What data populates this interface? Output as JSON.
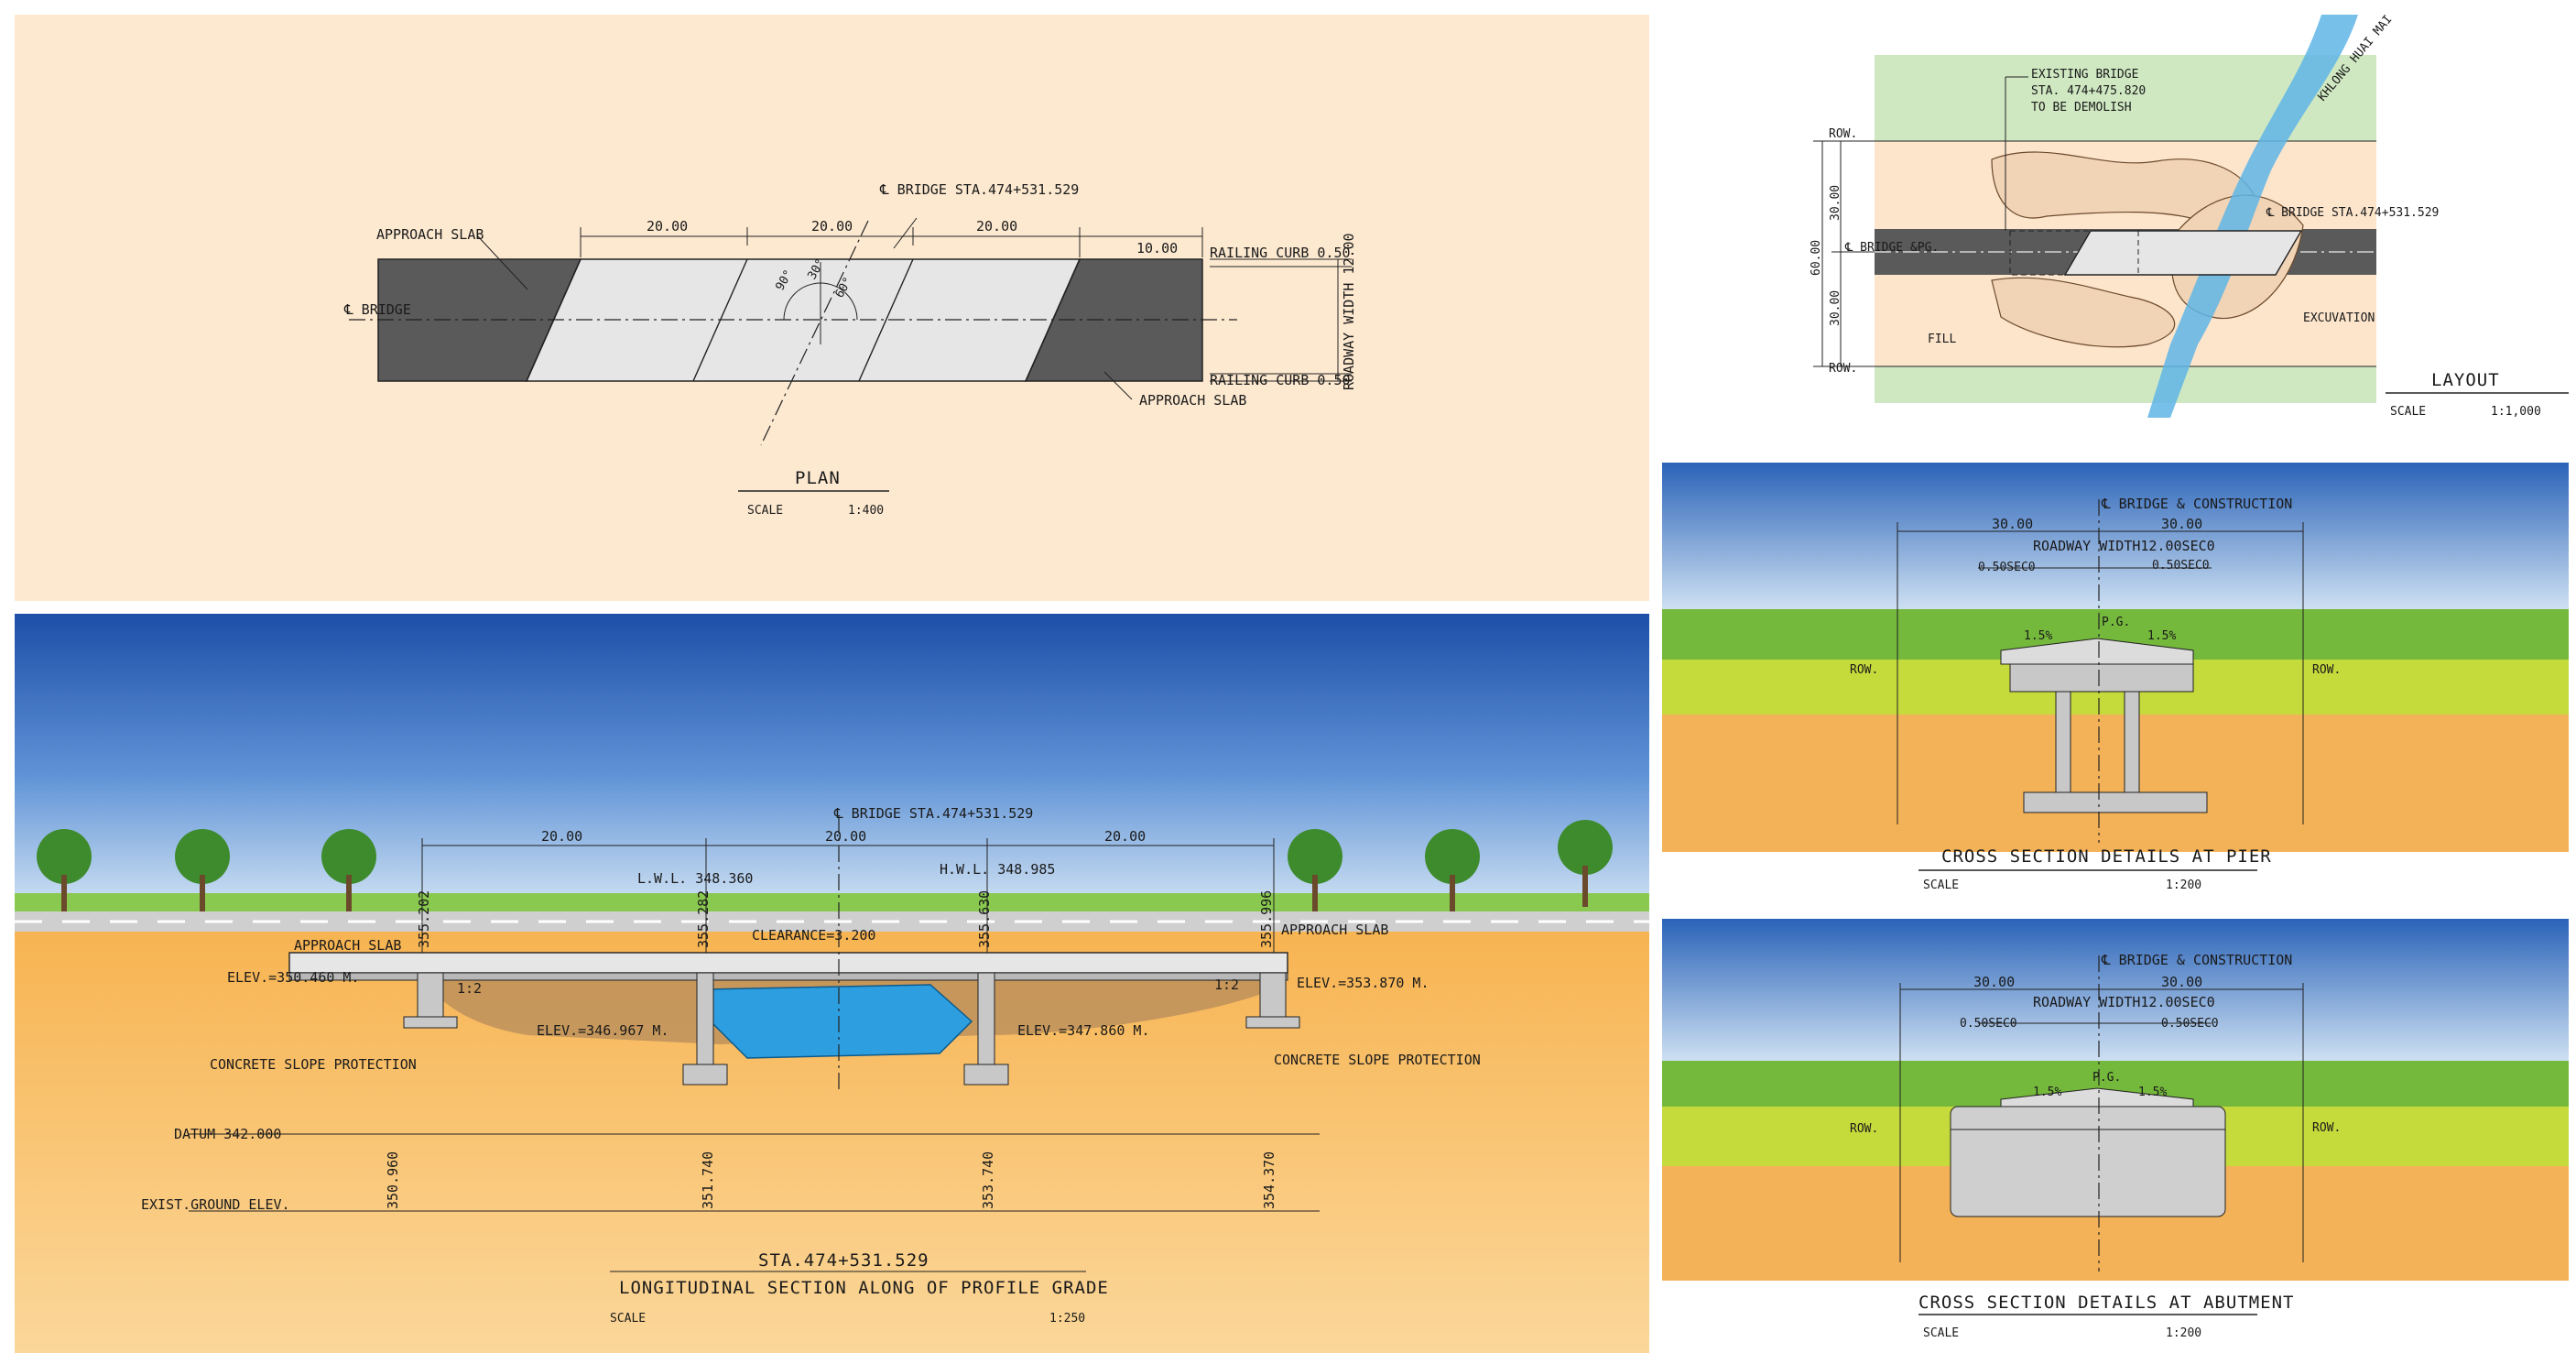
{
  "plan": {
    "title": "PLAN",
    "scale_label": "SCALE",
    "scale_value": "1:400",
    "cl_bridge_station": "℄ BRIDGE STA.474+531.529",
    "cl_bridge": "℄ BRIDGE",
    "approach_slab": "APPROACH SLAB",
    "spans": [
      "20.00",
      "20.00",
      "20.00"
    ],
    "approach_length": "10.00",
    "railing_curb": "RAILING CURB 0.50",
    "roadway_width": "ROADWAY WIDTH 12.00",
    "angles": [
      "90°",
      "30°",
      "60°"
    ]
  },
  "layout": {
    "title": "LAYOUT",
    "scale_label": "SCALE",
    "scale_value": "1:1,000",
    "existing_bridge": [
      "EXISTING BRIDGE",
      "STA. 474+475.820",
      "TO BE DEMOLISH"
    ],
    "river": "KHLONG HUAI MAI",
    "row": "ROW.",
    "dims": [
      "30.00",
      "30.00",
      "60.00"
    ],
    "cl_bridge_pg": "℄ BRIDGE &PG.",
    "cl_bridge_station": "℄ BRIDGE STA.474+531.529",
    "fill": "FILL",
    "excavation": "EXCUVATION"
  },
  "longitudinal": {
    "title1": "STA.474+531.529",
    "title2": "LONGITUDINAL SECTION ALONG OF PROFILE GRADE",
    "scale_label": "SCALE",
    "scale_value": "1:250",
    "cl_bridge_station": "℄ BRIDGE STA.474+531.529",
    "spans": [
      "20.00",
      "20.00",
      "20.00"
    ],
    "lwl": "L.W.L. 348.360",
    "hwl": "H.W.L. 348.985",
    "clearance": "CLEARANCE=3.200",
    "approach_slab_left": "APPROACH SLAB",
    "approach_slab_right": "APPROACH SLAB",
    "top_elevs": [
      "355.202",
      "355.282",
      "355.630",
      "355.996"
    ],
    "elev_left": "ELEV.=350.460 M.",
    "elev_right": "ELEV.=353.870 M.",
    "elev_mid_left": "ELEV.=346.967 M.",
    "elev_mid_right": "ELEV.=347.860 M.",
    "slope": "1:2",
    "slope_protection_left": "CONCRETE SLOPE PROTECTION",
    "slope_protection_right": "CONCRETE SLOPE PROTECTION",
    "datum": "DATUM 342.000",
    "exist_ground": "EXIST.GROUND ELEV.",
    "ground_elevs": [
      "350.960",
      "351.740",
      "353.740",
      "354.370"
    ]
  },
  "pier_section": {
    "title": "CROSS SECTION DETAILS AT PIER",
    "scale_label": "SCALE",
    "scale_value": "1:200",
    "cl_label": "℄ BRIDGE & CONSTRUCTION",
    "dims": [
      "30.00",
      "30.00"
    ],
    "roadway_width": "ROADWAY WIDTH12.00SEC0",
    "curb_left": "0.50SEC0",
    "curb_right": "0.50SEC0",
    "pg": "P.G.",
    "slope_left": "1.5%",
    "slope_right": "1.5%",
    "row_left": "ROW.",
    "row_right": "ROW."
  },
  "abutment_section": {
    "title": "CROSS SECTION DETAILS AT ABUTMENT",
    "scale_label": "SCALE",
    "scale_value": "1:200",
    "cl_label": "℄ BRIDGE & CONSTRUCTION",
    "dims": [
      "30.00",
      "30.00"
    ],
    "roadway_width": "ROADWAY WIDTH12.00SEC0",
    "curb_left": "0.50SEC0",
    "curb_right": "0.50SEC0",
    "pg": "P.G.",
    "slope_left": "1.5%",
    "slope_right": "1.5%",
    "row_left": "ROW.",
    "row_right": "ROW."
  },
  "colors": {
    "paper": "#fde9d0",
    "deck": "#e6e6e6",
    "approach": "#5a5a5a",
    "sky_top": "#1d4fa8",
    "sky_light": "#b9d4ee",
    "grass": "#7fc243",
    "soil": "#f3a23b",
    "water": "#2d9fe0",
    "layout_green": "#cfe8c2"
  }
}
